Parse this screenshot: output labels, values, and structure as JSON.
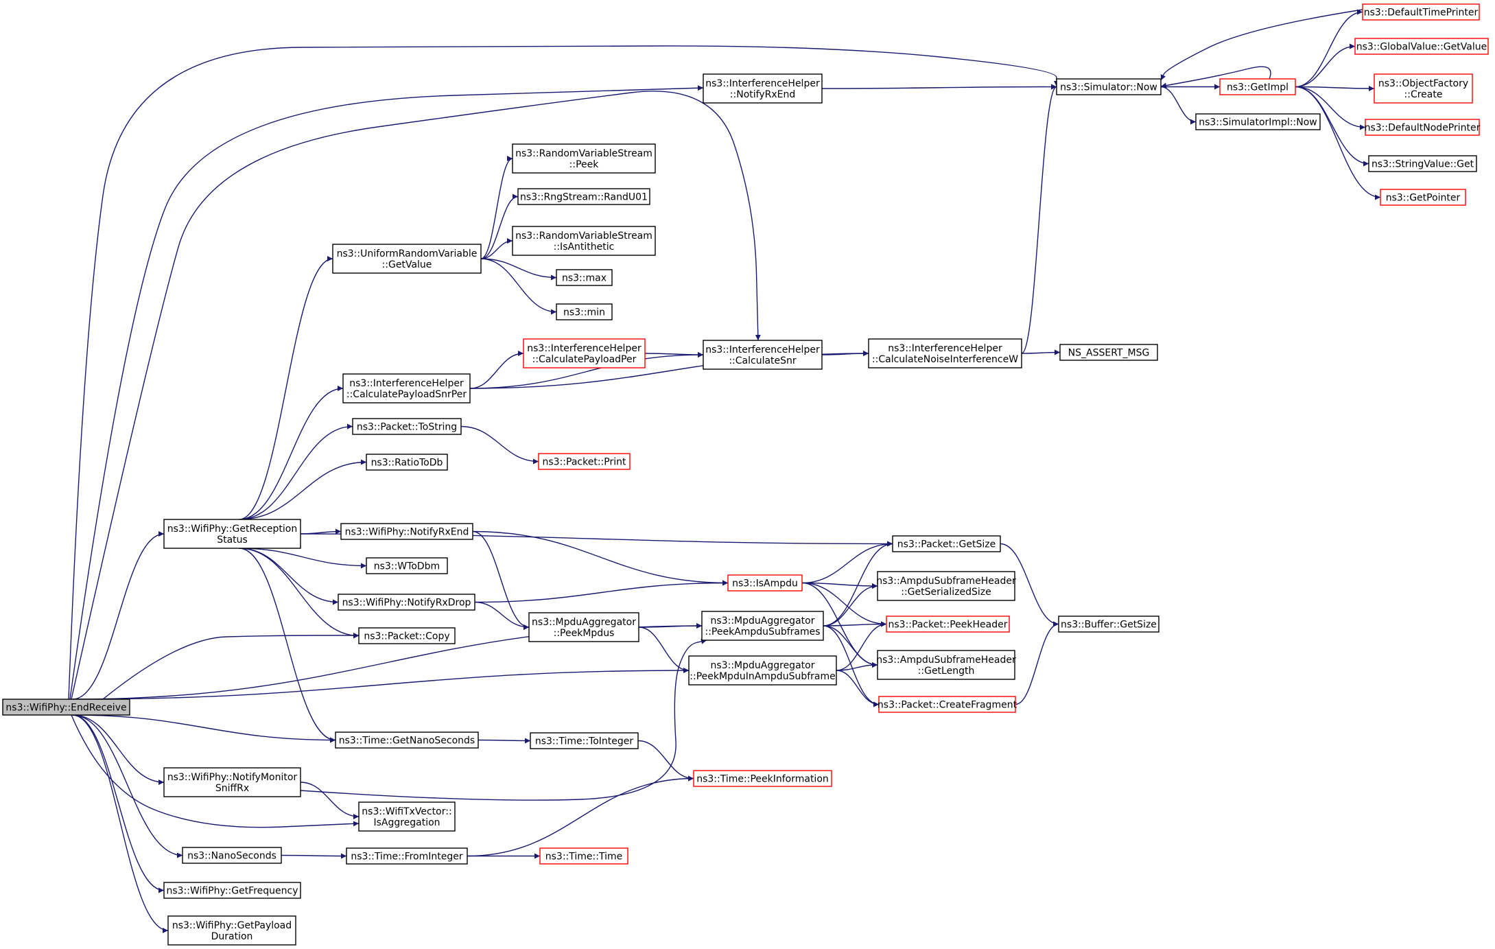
{
  "diagram": {
    "nodes": [
      {
        "id": "endreceive",
        "lines": [
          "ns3::WifiPhy::EndReceive"
        ],
        "kind": "root"
      },
      {
        "id": "getreception",
        "lines": [
          "ns3::WifiPhy::GetReception",
          "Status"
        ],
        "kind": "normal"
      },
      {
        "id": "notifymonitor",
        "lines": [
          "ns3::WifiPhy::NotifyMonitor",
          "SniffRx"
        ],
        "kind": "normal"
      },
      {
        "id": "nanoseconds",
        "lines": [
          "ns3::NanoSeconds"
        ],
        "kind": "normal"
      },
      {
        "id": "getfrequency",
        "lines": [
          "ns3::WifiPhy::GetFrequency"
        ],
        "kind": "normal"
      },
      {
        "id": "getpayload",
        "lines": [
          "ns3::WifiPhy::GetPayload",
          "Duration"
        ],
        "kind": "normal"
      },
      {
        "id": "uniformgetvalue",
        "lines": [
          "ns3::UniformRandomVariable",
          "::GetValue"
        ],
        "kind": "normal"
      },
      {
        "id": "calcpayloadsnrper",
        "lines": [
          "ns3::InterferenceHelper",
          "::CalculatePayloadSnrPer"
        ],
        "kind": "normal"
      },
      {
        "id": "packettostring",
        "lines": [
          "ns3::Packet::ToString"
        ],
        "kind": "normal"
      },
      {
        "id": "ratiotodb",
        "lines": [
          "ns3::RatioToDb"
        ],
        "kind": "normal"
      },
      {
        "id": "notifyrxend",
        "lines": [
          "ns3::WifiPhy::NotifyRxEnd"
        ],
        "kind": "normal"
      },
      {
        "id": "wtodbm",
        "lines": [
          "ns3::WToDbm"
        ],
        "kind": "normal"
      },
      {
        "id": "notifyrxdrop",
        "lines": [
          "ns3::WifiPhy::NotifyRxDrop"
        ],
        "kind": "normal"
      },
      {
        "id": "packetcopy",
        "lines": [
          "ns3::Packet::Copy"
        ],
        "kind": "normal"
      },
      {
        "id": "timegetnano",
        "lines": [
          "ns3::Time::GetNanoSeconds"
        ],
        "kind": "normal"
      },
      {
        "id": "isaggregation",
        "lines": [
          "ns3::WifiTxVector::",
          "IsAggregation"
        ],
        "kind": "normal"
      },
      {
        "id": "timefrominteger",
        "lines": [
          "ns3::Time::FromInteger"
        ],
        "kind": "normal"
      },
      {
        "id": "rvspeek",
        "lines": [
          "ns3::RandomVariableStream",
          "::Peek"
        ],
        "kind": "normal"
      },
      {
        "id": "randu01",
        "lines": [
          "ns3::RngStream::RandU01"
        ],
        "kind": "normal"
      },
      {
        "id": "isantithetic",
        "lines": [
          "ns3::RandomVariableStream",
          "::IsAntithetic"
        ],
        "kind": "normal"
      },
      {
        "id": "max",
        "lines": [
          "ns3::max"
        ],
        "kind": "normal"
      },
      {
        "id": "min",
        "lines": [
          "ns3::min"
        ],
        "kind": "normal"
      },
      {
        "id": "ihnotifyrxend",
        "lines": [
          "ns3::InterferenceHelper",
          "::NotifyRxEnd"
        ],
        "kind": "normal"
      },
      {
        "id": "calcpayloadper",
        "lines": [
          "ns3::InterferenceHelper",
          "::CalculatePayloadPer"
        ],
        "kind": "red"
      },
      {
        "id": "calcsnr",
        "lines": [
          "ns3::InterferenceHelper",
          "::CalculateSnr"
        ],
        "kind": "normal"
      },
      {
        "id": "packetprint",
        "lines": [
          "ns3::Packet::Print"
        ],
        "kind": "red"
      },
      {
        "id": "peekmpdus",
        "lines": [
          "ns3::MpduAggregator",
          "::PeekMpdus"
        ],
        "kind": "normal"
      },
      {
        "id": "peekampdusubframes",
        "lines": [
          "ns3::MpduAggregator",
          "::PeekAmpduSubframes"
        ],
        "kind": "normal"
      },
      {
        "id": "peekmpduinampdu",
        "lines": [
          "ns3::MpduAggregator",
          "::PeekMpduInAmpduSubframe"
        ],
        "kind": "normal"
      },
      {
        "id": "timetointeger",
        "lines": [
          "ns3::Time::ToInteger"
        ],
        "kind": "normal"
      },
      {
        "id": "timetime",
        "lines": [
          "ns3::Time::Time"
        ],
        "kind": "red"
      },
      {
        "id": "isampdu",
        "lines": [
          "ns3::IsAmpdu"
        ],
        "kind": "red"
      },
      {
        "id": "peekinformation",
        "lines": [
          "ns3::Time::PeekInformation"
        ],
        "kind": "red"
      },
      {
        "id": "simnow",
        "lines": [
          "ns3::Simulator::Now"
        ],
        "kind": "normal"
      },
      {
        "id": "calcnoiseinterf",
        "lines": [
          "ns3::InterferenceHelper",
          "::CalculateNoiseInterferenceW"
        ],
        "kind": "normal"
      },
      {
        "id": "packetgetsize",
        "lines": [
          "ns3::Packet::GetSize"
        ],
        "kind": "normal"
      },
      {
        "id": "ampdugetserialized",
        "lines": [
          "ns3::AmpduSubframeHeader",
          "::GetSerializedSize"
        ],
        "kind": "normal"
      },
      {
        "id": "packetpeekheader",
        "lines": [
          "ns3::Packet::PeekHeader"
        ],
        "kind": "red"
      },
      {
        "id": "ampdugetlength",
        "lines": [
          "ns3::AmpduSubframeHeader",
          "::GetLength"
        ],
        "kind": "normal"
      },
      {
        "id": "createfragment",
        "lines": [
          "ns3::Packet::CreateFragment"
        ],
        "kind": "red"
      },
      {
        "id": "nsassertmsg",
        "lines": [
          "NS_ASSERT_MSG"
        ],
        "kind": "normal"
      },
      {
        "id": "buffergetsize",
        "lines": [
          "ns3::Buffer::GetSize"
        ],
        "kind": "normal"
      },
      {
        "id": "getimpl",
        "lines": [
          "ns3::GetImpl"
        ],
        "kind": "red"
      },
      {
        "id": "simimplnow",
        "lines": [
          "ns3::SimulatorImpl::Now"
        ],
        "kind": "normal"
      },
      {
        "id": "defaulttimeprinter",
        "lines": [
          "ns3::DefaultTimePrinter"
        ],
        "kind": "red"
      },
      {
        "id": "globalvaluegetvalue",
        "lines": [
          "ns3::GlobalValue::GetValue"
        ],
        "kind": "red"
      },
      {
        "id": "objectfactorycreate",
        "lines": [
          "ns3::ObjectFactory",
          "::Create"
        ],
        "kind": "red"
      },
      {
        "id": "defaultnodeprinter",
        "lines": [
          "ns3::DefaultNodePrinter"
        ],
        "kind": "red"
      },
      {
        "id": "stringvalueget",
        "lines": [
          "ns3::StringValue::Get"
        ],
        "kind": "normal"
      },
      {
        "id": "getpointer",
        "lines": [
          "ns3::GetPointer"
        ],
        "kind": "red"
      }
    ],
    "edges": [
      [
        "endreceive",
        "getreception"
      ],
      [
        "endreceive",
        "notifymonitor"
      ],
      [
        "endreceive",
        "nanoseconds"
      ],
      [
        "endreceive",
        "getfrequency"
      ],
      [
        "endreceive",
        "getpayload"
      ],
      [
        "endreceive",
        "packetcopy"
      ],
      [
        "endreceive",
        "timegetnano"
      ],
      [
        "endreceive",
        "isaggregation"
      ],
      [
        "endreceive",
        "peekampdusubframes"
      ],
      [
        "endreceive",
        "peekmpduinampdu"
      ],
      [
        "endreceive",
        "ihnotifyrxend"
      ],
      [
        "endreceive",
        "simnow"
      ],
      [
        "endreceive",
        "calcsnr"
      ],
      [
        "getreception",
        "uniformgetvalue"
      ],
      [
        "getreception",
        "calcpayloadsnrper"
      ],
      [
        "getreception",
        "packettostring"
      ],
      [
        "getreception",
        "ratiotodb"
      ],
      [
        "getreception",
        "notifyrxend"
      ],
      [
        "getreception",
        "wtodbm"
      ],
      [
        "getreception",
        "notifyrxdrop"
      ],
      [
        "getreception",
        "packetcopy"
      ],
      [
        "getreception",
        "timegetnano"
      ],
      [
        "getreception",
        "packetgetsize"
      ],
      [
        "uniformgetvalue",
        "rvspeek"
      ],
      [
        "uniformgetvalue",
        "randu01"
      ],
      [
        "uniformgetvalue",
        "isantithetic"
      ],
      [
        "uniformgetvalue",
        "max"
      ],
      [
        "uniformgetvalue",
        "min"
      ],
      [
        "calcpayloadsnrper",
        "calcpayloadper"
      ],
      [
        "calcpayloadsnrper",
        "calcsnr"
      ],
      [
        "calcpayloadsnrper",
        "calcnoiseinterf"
      ],
      [
        "calcpayloadper",
        "calcsnr"
      ],
      [
        "calcsnr",
        "calcnoiseinterf"
      ],
      [
        "calcnoiseinterf",
        "nsassertmsg"
      ],
      [
        "calcnoiseinterf",
        "simnow"
      ],
      [
        "ihnotifyrxend",
        "simnow"
      ],
      [
        "packettostring",
        "packetprint"
      ],
      [
        "notifyrxend",
        "peekmpdus"
      ],
      [
        "notifyrxend",
        "isampdu"
      ],
      [
        "notifyrxdrop",
        "peekmpdus"
      ],
      [
        "notifyrxdrop",
        "isampdu"
      ],
      [
        "peekmpdus",
        "peekampdusubframes"
      ],
      [
        "peekmpdus",
        "peekmpduinampdu"
      ],
      [
        "notifymonitor",
        "isaggregation"
      ],
      [
        "notifymonitor",
        "peekampdusubframes"
      ],
      [
        "nanoseconds",
        "timefrominteger"
      ],
      [
        "timefrominteger",
        "timetime"
      ],
      [
        "timefrominteger",
        "peekinformation"
      ],
      [
        "timegetnano",
        "timetointeger"
      ],
      [
        "timetointeger",
        "peekinformation"
      ],
      [
        "isampdu",
        "packetgetsize"
      ],
      [
        "isampdu",
        "ampdugetserialized"
      ],
      [
        "isampdu",
        "packetpeekheader"
      ],
      [
        "isampdu",
        "ampdugetlength"
      ],
      [
        "peekampdusubframes",
        "packetgetsize"
      ],
      [
        "peekampdusubframes",
        "ampdugetserialized"
      ],
      [
        "peekampdusubframes",
        "packetpeekheader"
      ],
      [
        "peekampdusubframes",
        "ampdugetlength"
      ],
      [
        "peekampdusubframes",
        "createfragment"
      ],
      [
        "peekmpduinampdu",
        "packetpeekheader"
      ],
      [
        "peekmpduinampdu",
        "ampdugetlength"
      ],
      [
        "peekmpduinampdu",
        "createfragment"
      ],
      [
        "packetgetsize",
        "buffergetsize"
      ],
      [
        "createfragment",
        "buffergetsize"
      ],
      [
        "simnow",
        "getimpl"
      ],
      [
        "simnow",
        "simimplnow"
      ],
      [
        "getimpl",
        "defaulttimeprinter"
      ],
      [
        "getimpl",
        "globalvaluegetvalue"
      ],
      [
        "getimpl",
        "objectfactorycreate"
      ],
      [
        "getimpl",
        "defaultnodeprinter"
      ],
      [
        "getimpl",
        "stringvalueget"
      ],
      [
        "getimpl",
        "getpointer"
      ],
      [
        "getimpl",
        "simnow"
      ],
      [
        "defaulttimeprinter",
        "simnow"
      ]
    ]
  }
}
